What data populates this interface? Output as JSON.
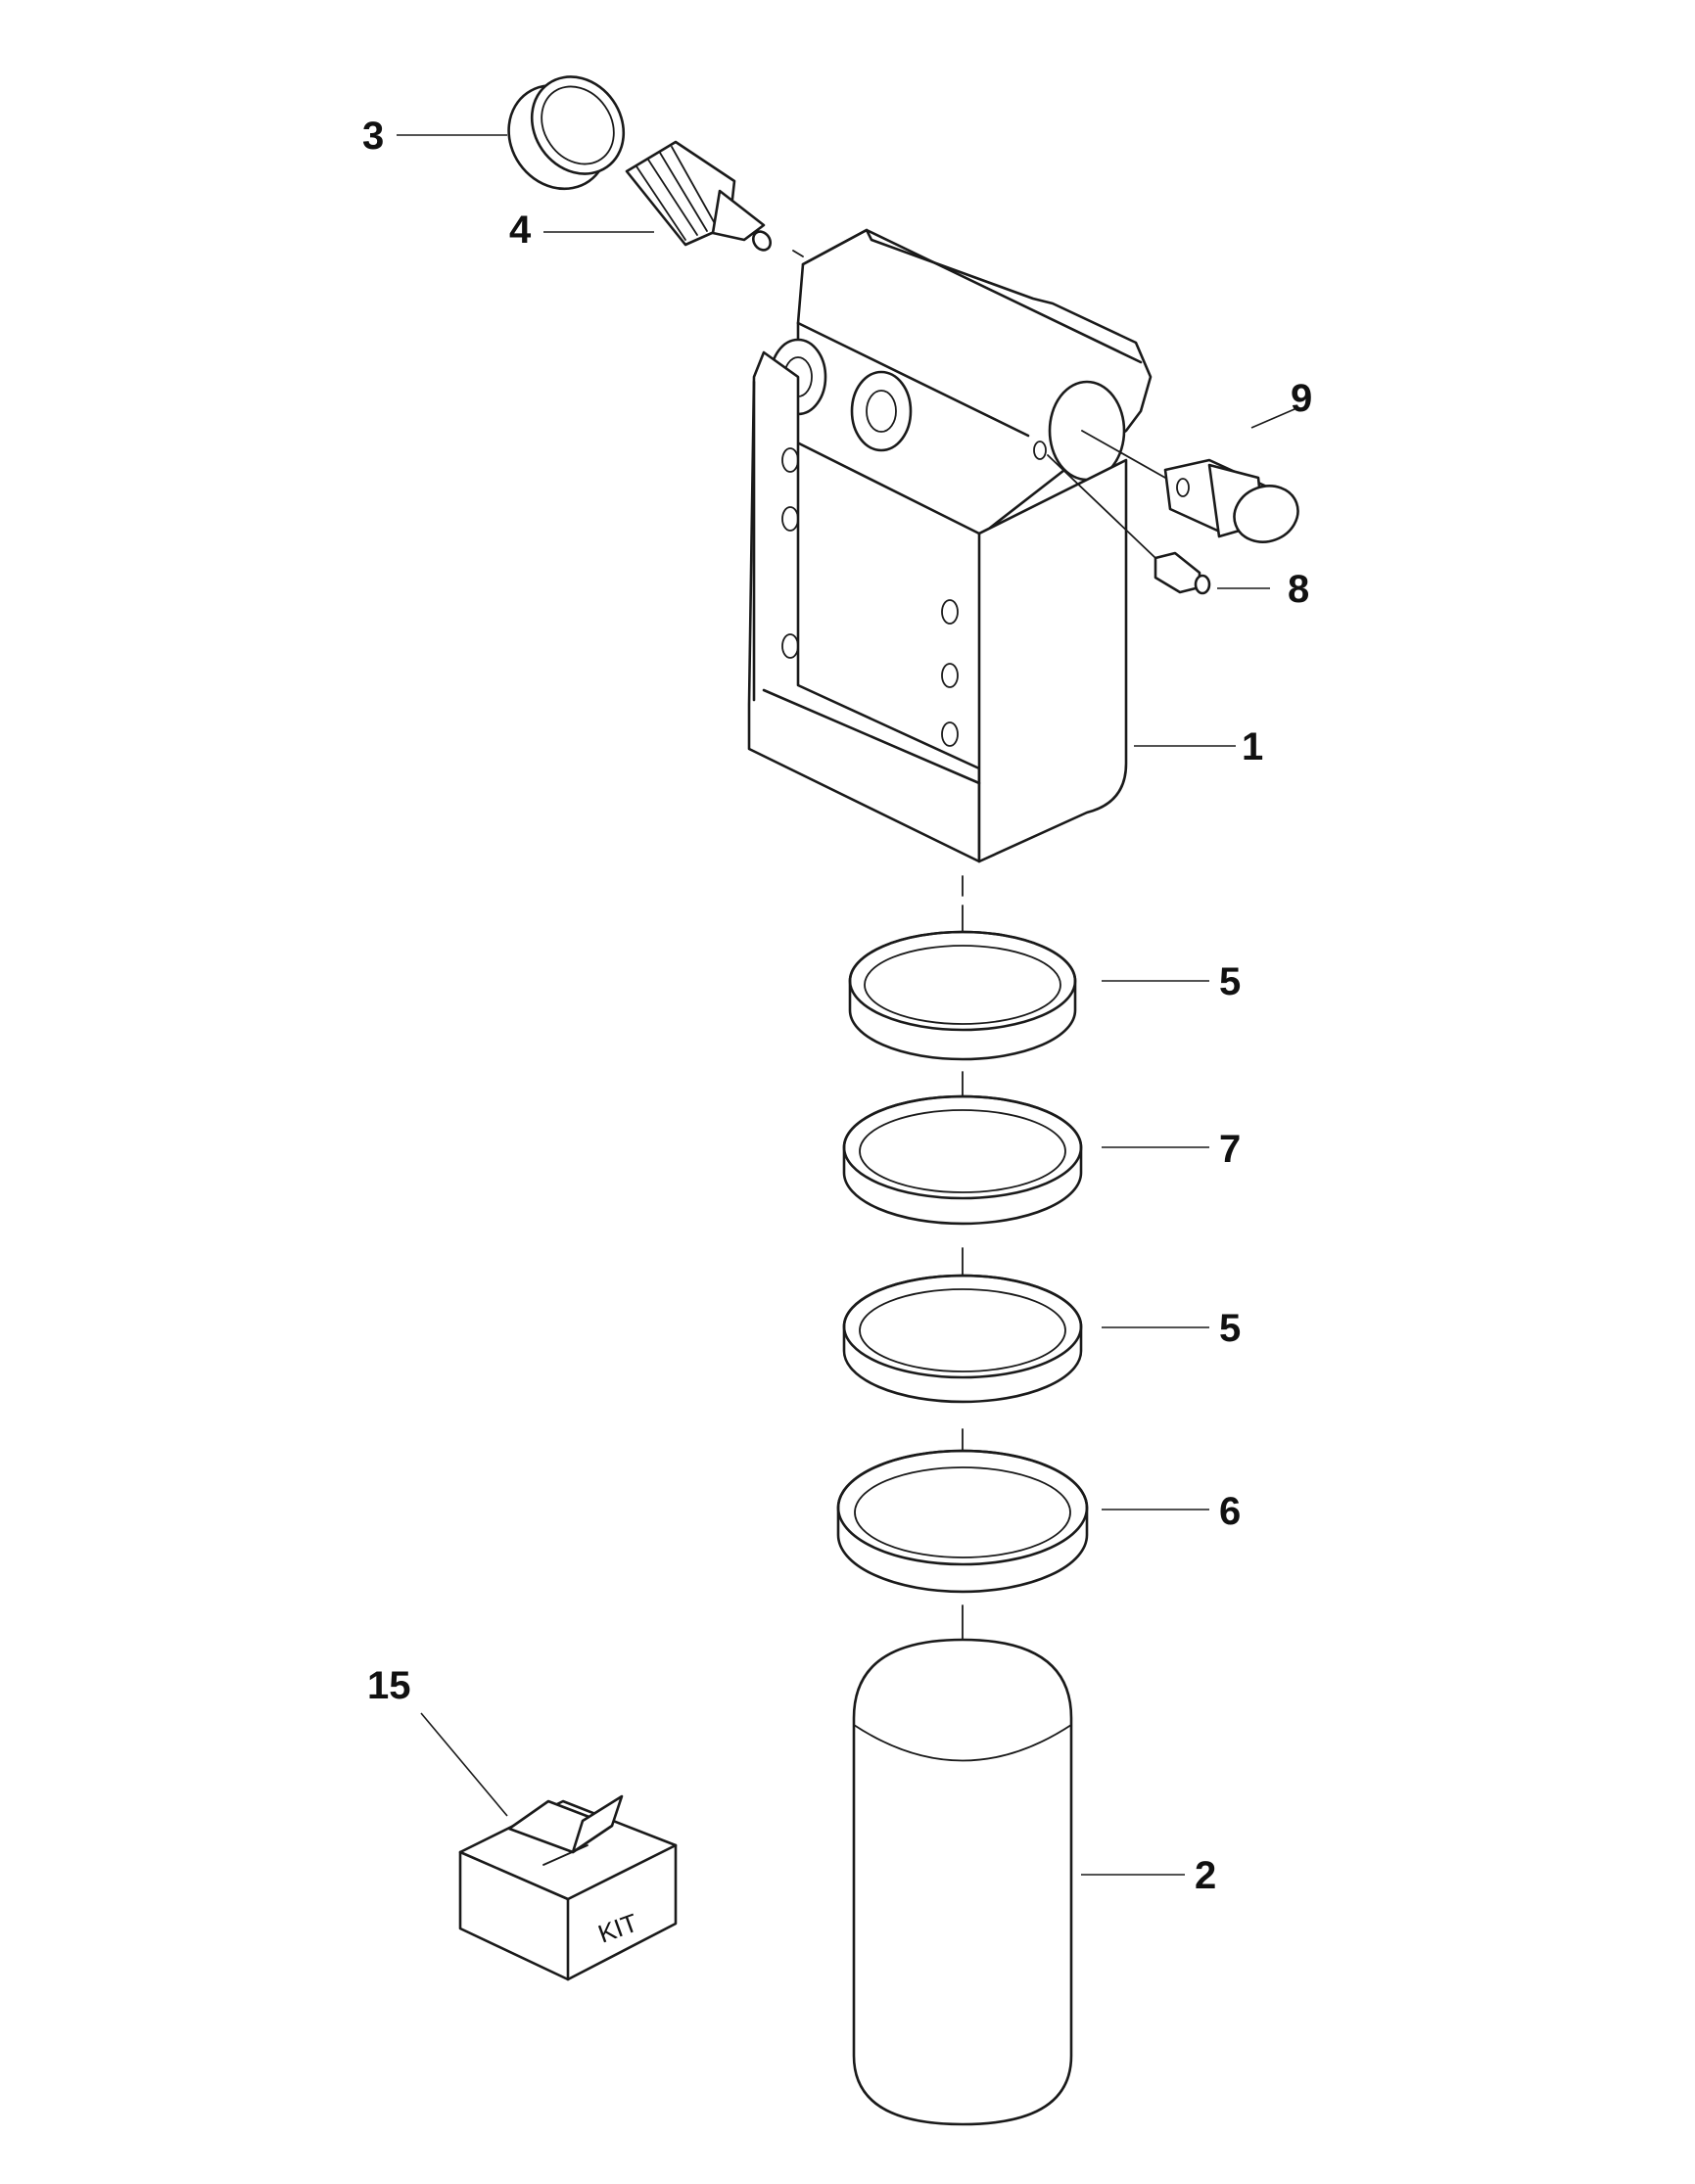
{
  "callouts": [
    {
      "id": "3",
      "label": "3"
    },
    {
      "id": "4",
      "label": "4"
    },
    {
      "id": "9",
      "label": "9"
    },
    {
      "id": "8",
      "label": "8"
    },
    {
      "id": "1",
      "label": "1"
    },
    {
      "id": "5a",
      "label": "5"
    },
    {
      "id": "7",
      "label": "7"
    },
    {
      "id": "5b",
      "label": "5"
    },
    {
      "id": "6",
      "label": "6"
    },
    {
      "id": "15",
      "label": "15"
    },
    {
      "id": "2",
      "label": "2"
    }
  ],
  "kit_box": {
    "label": "KIT"
  }
}
